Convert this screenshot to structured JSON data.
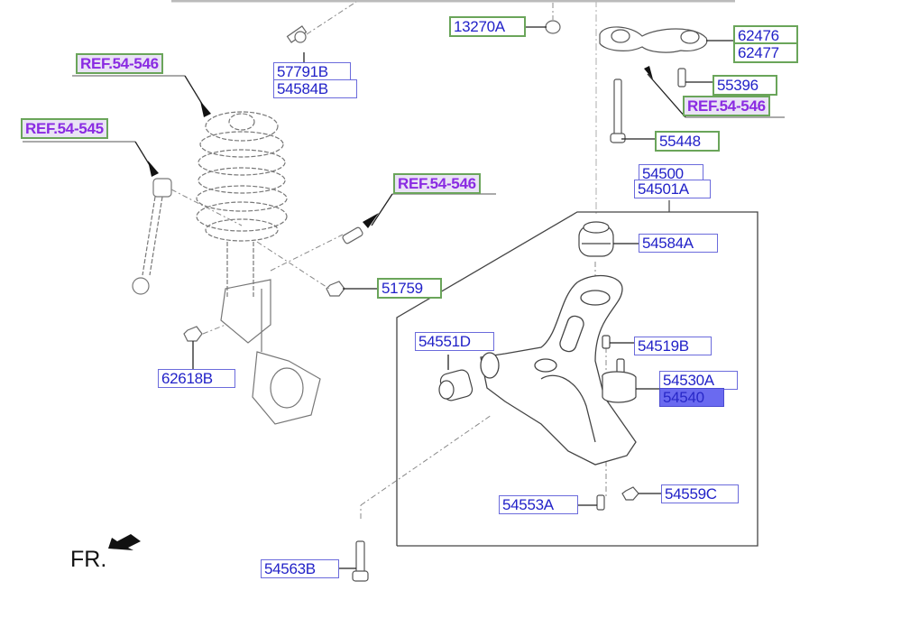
{
  "diagram": {
    "title": "Front Suspension - Lower Control Arm",
    "direction_label": "FR.",
    "colors": {
      "part_text": "#2222c8",
      "ref_text": "#8a2be2",
      "blue_border": "#6b6bdc",
      "green_border": "#6aa55a",
      "highlight_fill": "#6a6af0"
    },
    "labels": {
      "ref_54_546_top": "REF.54-546",
      "ref_54_545": "REF.54-545",
      "ref_54_546_mid": "REF.54-546",
      "ref_54_546_right": "REF.54-546",
      "p57791B": "57791B",
      "p54584B": "54584B",
      "p13270A": "13270A",
      "p62476": "62476",
      "p62477": "62477",
      "p55396": "55396",
      "p55448": "55448",
      "p54500": "54500",
      "p54501A": "54501A",
      "p54584A": "54584A",
      "p51759": "51759",
      "p62618B": "62618B",
      "p54551D": "54551D",
      "p54519B": "54519B",
      "p54530A": "54530A",
      "p54540": "54540",
      "p54553A": "54553A",
      "p54559C": "54559C",
      "p54563B": "54563B"
    },
    "highlighted_part": "54540"
  }
}
